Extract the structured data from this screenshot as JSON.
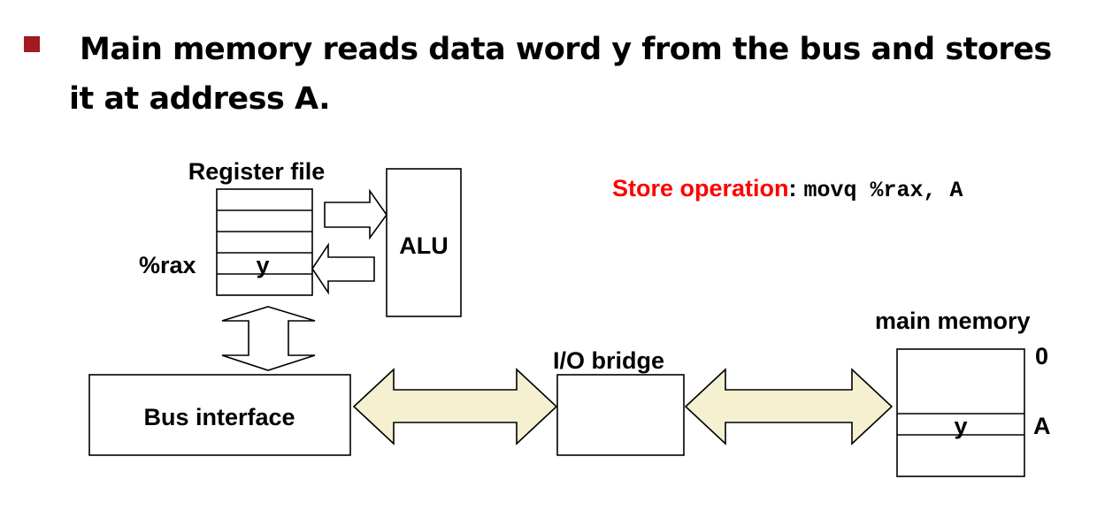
{
  "headline": {
    "line1": "Main memory reads data word y from the bus and stores",
    "line2": "it at address A."
  },
  "colors": {
    "bullet": "#a31a1f",
    "store_label": "#ff0000",
    "bus_arrow_fill": "#f5f0cf"
  },
  "diagram": {
    "register_file_label": "Register file",
    "register_name": "%rax",
    "register_value": "y",
    "alu_label": "ALU",
    "bus_interface_label": "Bus interface",
    "io_bridge_label": "I/O bridge",
    "main_memory_label": "main memory",
    "memory_value": "y",
    "address_zero": "0",
    "address_a": "A",
    "store_operation_label": "Store operation",
    "store_separator": ":",
    "instruction": "movq %rax, A"
  }
}
